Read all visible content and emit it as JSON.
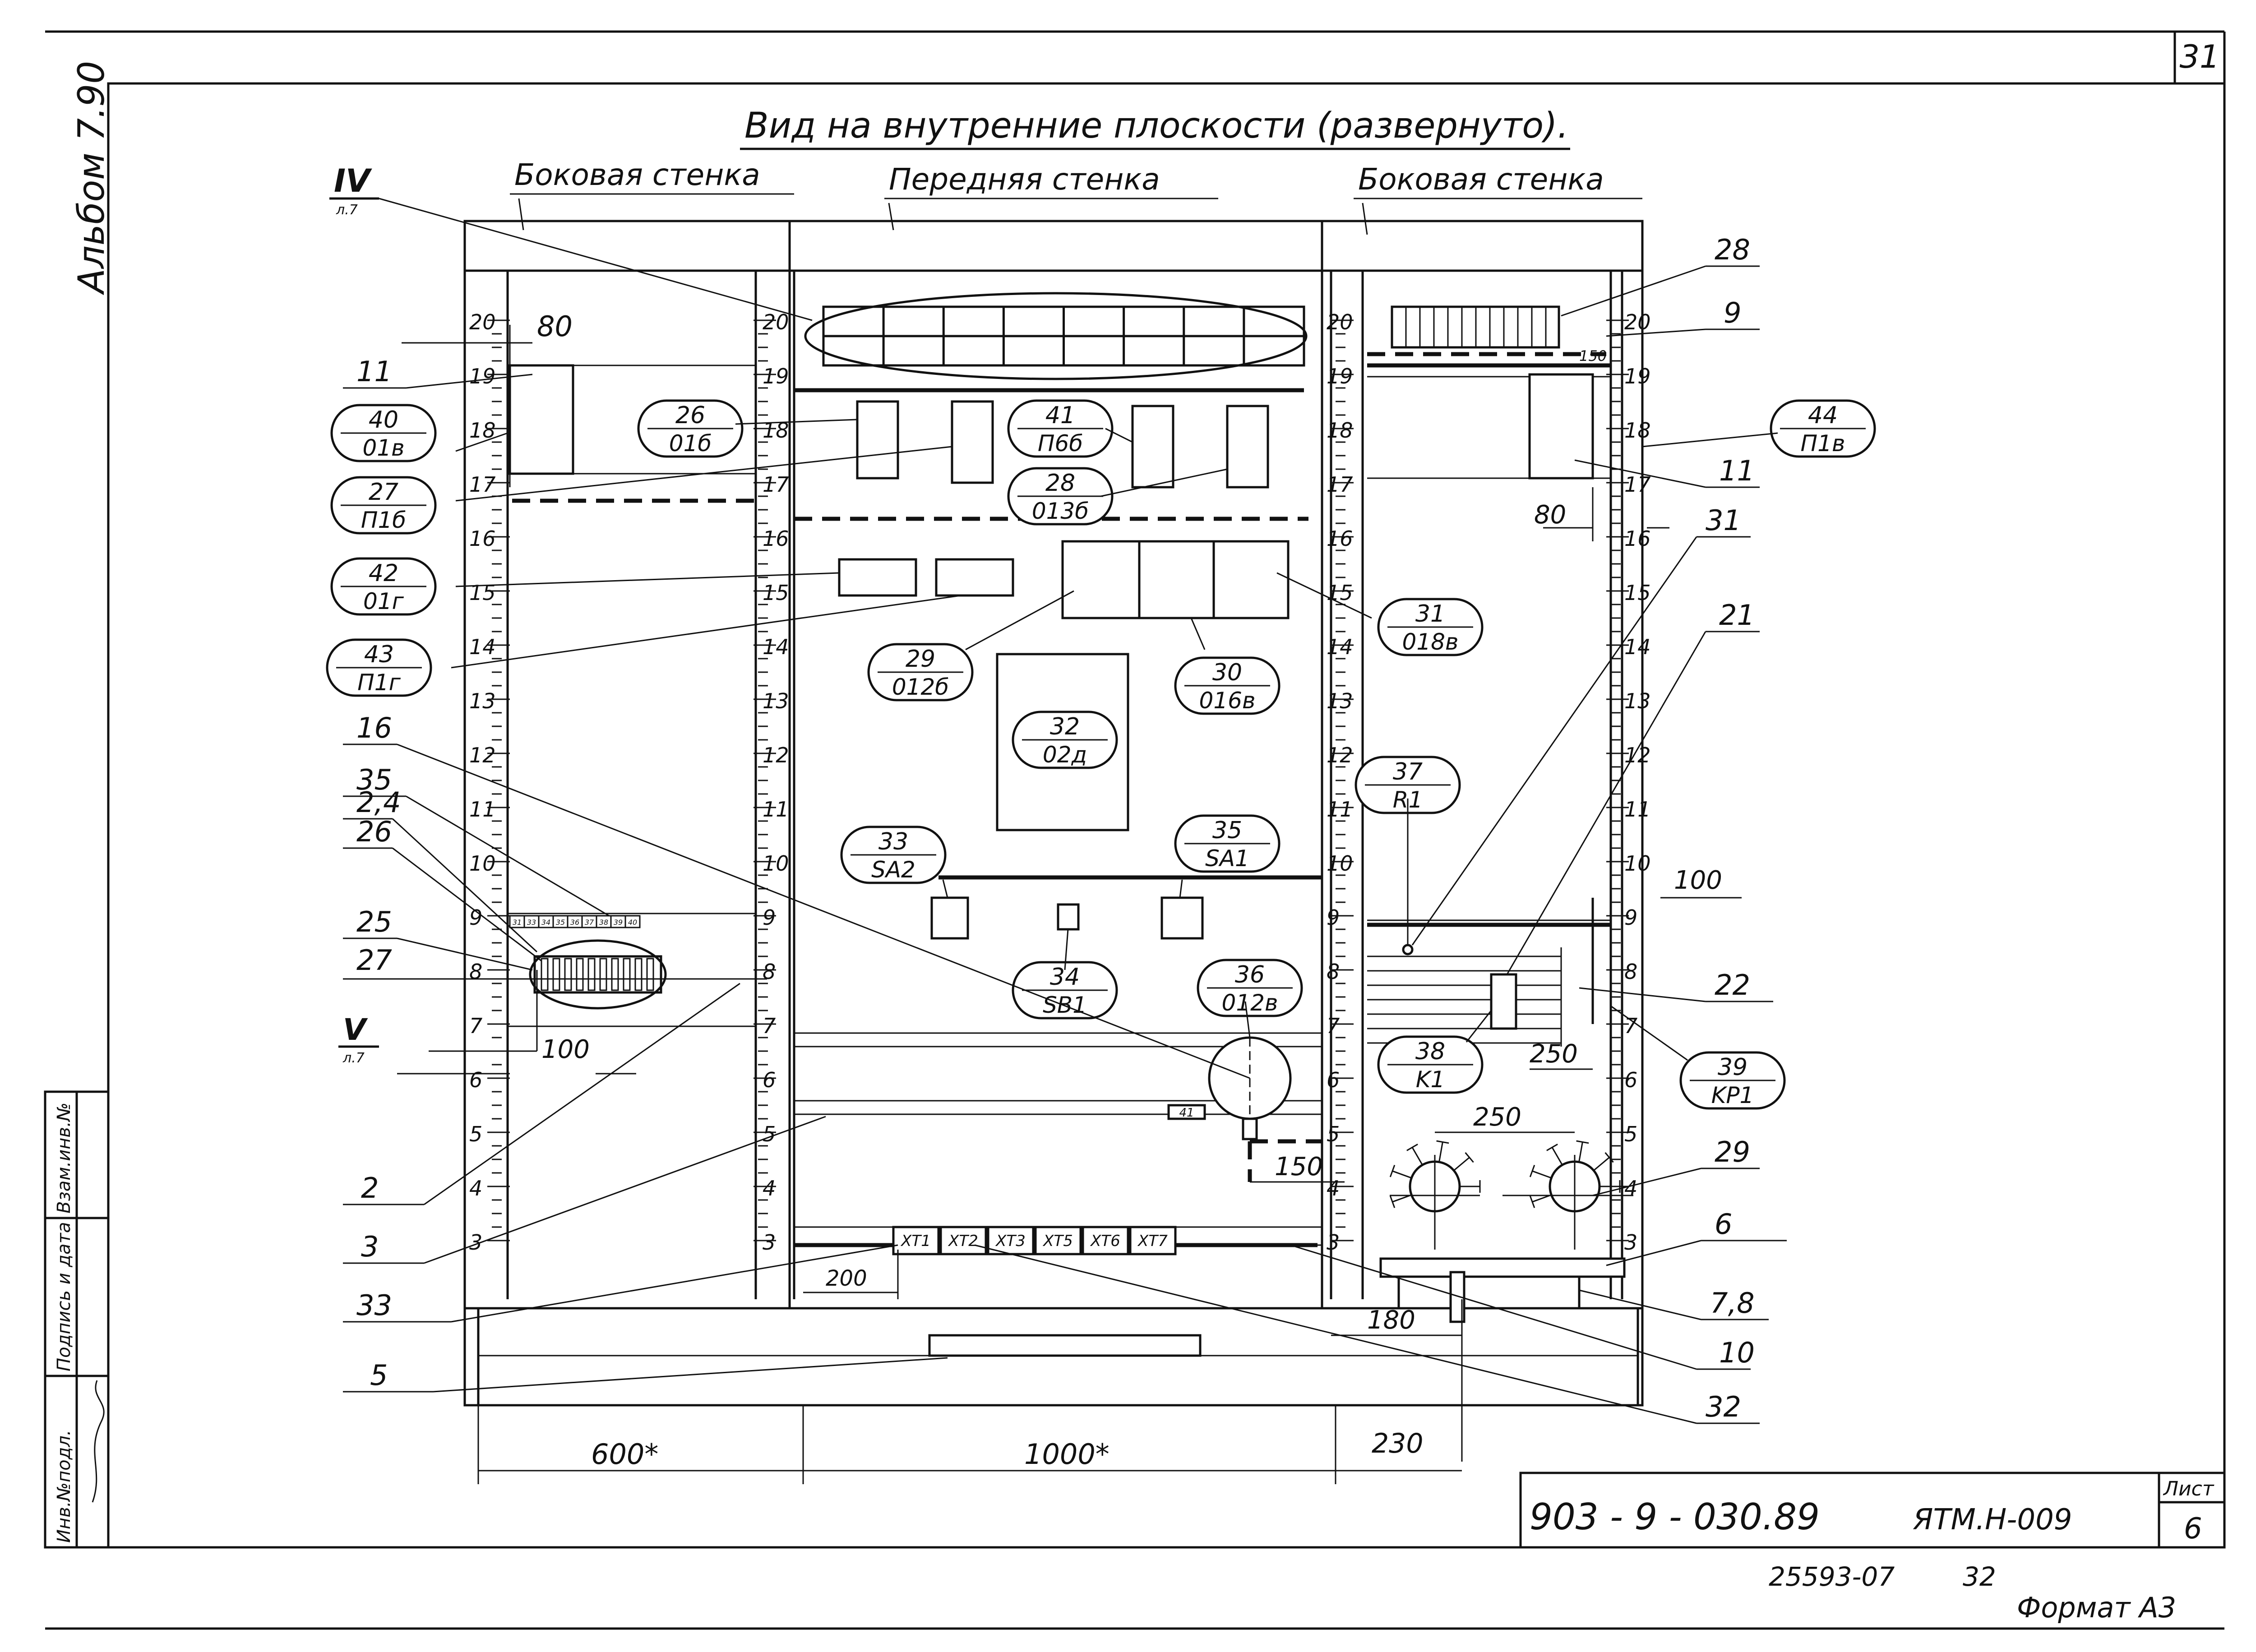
{
  "sheet": {
    "page_number": "31",
    "album_label": "Альбом 7.90",
    "title": "Вид на внутренние плоскости (развернуто).",
    "wall_labels": [
      "Боковая стенка",
      "Передняя стенка",
      "Боковая стенка"
    ],
    "view_marks": [
      {
        "roman": "IV",
        "ref": "л.7"
      },
      {
        "roman": "V",
        "ref": "л.7"
      }
    ]
  },
  "rulers": {
    "left_marks": [
      "20",
      "19",
      "18",
      "17",
      "16",
      "15",
      "14",
      "13",
      "12",
      "11",
      "10",
      "9",
      "8",
      "7",
      "6",
      "5",
      "4",
      "3"
    ]
  },
  "equipment_tags": [
    {
      "num": "40",
      "code": "01в"
    },
    {
      "num": "27",
      "code": "П1б"
    },
    {
      "num": "42",
      "code": "01г"
    },
    {
      "num": "43",
      "code": "П1г"
    },
    {
      "num": "26",
      "code": "01б"
    },
    {
      "num": "41",
      "code": "П6б"
    },
    {
      "num": "28",
      "code": "013б"
    },
    {
      "num": "29",
      "code": "012б"
    },
    {
      "num": "30",
      "code": "016в"
    },
    {
      "num": "32",
      "code": "02д"
    },
    {
      "num": "31",
      "code": "018в"
    },
    {
      "num": "33",
      "code": "SA2"
    },
    {
      "num": "35",
      "code": "SA1"
    },
    {
      "num": "34",
      "code": "SB1"
    },
    {
      "num": "36",
      "code": "012в"
    },
    {
      "num": "37",
      "code": "R1"
    },
    {
      "num": "38",
      "code": "K1"
    },
    {
      "num": "39",
      "code": "KP1"
    },
    {
      "num": "44",
      "code": "П1в"
    }
  ],
  "callouts_left": [
    "11",
    "16",
    "35",
    "2,4",
    "26",
    "25",
    "27",
    "2",
    "3",
    "33",
    "5"
  ],
  "callouts_right": [
    "28",
    "9",
    "11",
    "31",
    "21",
    "22",
    "29",
    "6",
    "7,8",
    "10",
    "32"
  ],
  "dimensions": {
    "d80_left": "80",
    "d80_right": "80",
    "d100_left": "100",
    "d100_right": "100",
    "d150_top": "150",
    "d150_mid": "150",
    "d200": "200",
    "d250_a": "250",
    "d250_b": "250",
    "d180": "180",
    "d230": "230",
    "d600": "600*",
    "d1000": "1000*"
  },
  "terminal_strip": [
    "31",
    "33",
    "34",
    "35",
    "36",
    "37",
    "38",
    "39",
    "40"
  ],
  "terminal_blocks": [
    "XT1",
    "XT2",
    "XT3",
    "XT5",
    "XT6",
    "XT7"
  ],
  "small_tag": "41",
  "title_block": {
    "code": "903 - 9 - 030.89",
    "doc": "ЯТМ.Н-009",
    "sheet_label": "Лист",
    "sheet_no": "6"
  },
  "side_stamp": [
    "Инв.№подл.",
    "Подпись и дата",
    "Взам.инв.№"
  ],
  "bottom": {
    "order": "25593-07",
    "order_page": "32",
    "format": "Формат А3"
  }
}
